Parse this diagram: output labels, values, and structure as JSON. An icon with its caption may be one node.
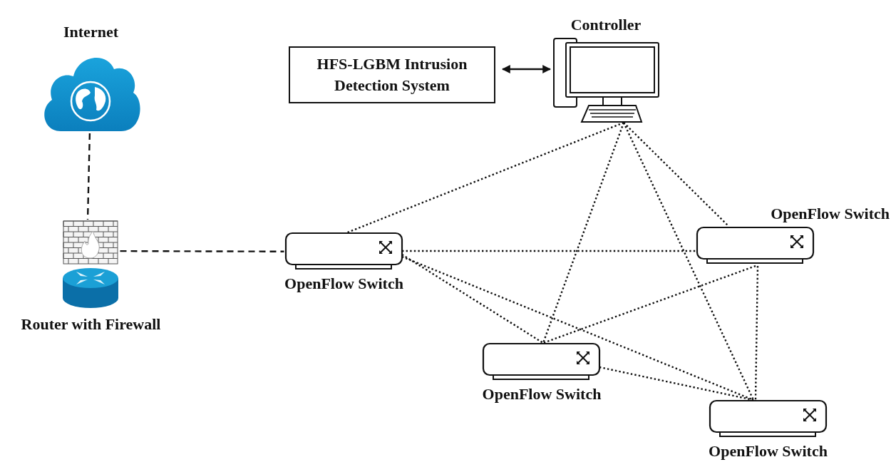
{
  "diagram": {
    "nodes": [
      {
        "text": [
          "Internet"
        ]
      },
      {
        "text": [
          "Router with Firewall"
        ]
      },
      {
        "text": [
          "HFS-LGBM Intrusion Detection System"
        ]
      },
      {
        "text": [
          "Controller"
        ]
      },
      {
        "text": [
          "OpenFlow Switch"
        ]
      },
      {
        "text": [
          "OpenFlow Switch"
        ]
      },
      {
        "text": [
          "OpenFlow Switch"
        ]
      },
      {
        "text": [
          "OpenFlow Switch"
        ]
      }
    ],
    "edges": [
      {
        "from": 0,
        "to": 1,
        "arrow": "none",
        "style": "dashed"
      },
      {
        "from": 1,
        "to": 4,
        "arrow": "none",
        "style": "dashed"
      },
      {
        "from": 2,
        "to": 3,
        "arrow": "both"
      },
      {
        "from": 3,
        "to": 4,
        "arrow": "none",
        "style": "dashed"
      },
      {
        "from": 3,
        "to": 6,
        "arrow": "none",
        "style": "dashed"
      },
      {
        "from": 3,
        "to": 7,
        "arrow": "none",
        "style": "dashed"
      },
      {
        "from": 3,
        "to": 5,
        "arrow": "none",
        "style": "dashed"
      },
      {
        "from": 4,
        "to": 5,
        "arrow": "none",
        "style": "dashed"
      },
      {
        "from": 4,
        "to": 6,
        "arrow": "none",
        "style": "dashed"
      },
      {
        "from": 4,
        "to": 7,
        "arrow": "none",
        "style": "dashed"
      },
      {
        "from": 5,
        "to": 6,
        "arrow": "none",
        "style": "dashed"
      },
      {
        "from": 5,
        "to": 7,
        "arrow": "none",
        "style": "dashed"
      },
      {
        "from": 6,
        "to": 7,
        "arrow": "none",
        "style": "dashed"
      }
    ]
  }
}
